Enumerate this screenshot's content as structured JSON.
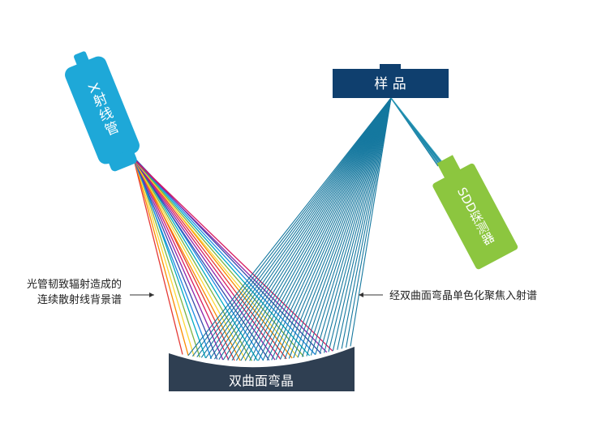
{
  "xray_tube": {
    "label": "X射线管",
    "color": "#1ea8d8"
  },
  "sample": {
    "label": "样 品",
    "color": "#0f3f6e"
  },
  "detector": {
    "label": "SDD探测器",
    "color": "#8cc63f"
  },
  "crystal": {
    "label": "双曲面弯晶",
    "color": "#2f3f52"
  },
  "annotations": {
    "left_line1": "光管韧致辐射造成的",
    "left_line2": "连续散射线背景谱",
    "right": "经双曲面弯晶单色化聚焦入射谱"
  },
  "colors": {
    "spectrum": [
      "#e53935",
      "#fb8c00",
      "#fdd835",
      "#7cb342",
      "#00acc1",
      "#1e88e5",
      "#3949ab",
      "#8e24aa",
      "#d81b60"
    ],
    "mono": "#15789f"
  }
}
